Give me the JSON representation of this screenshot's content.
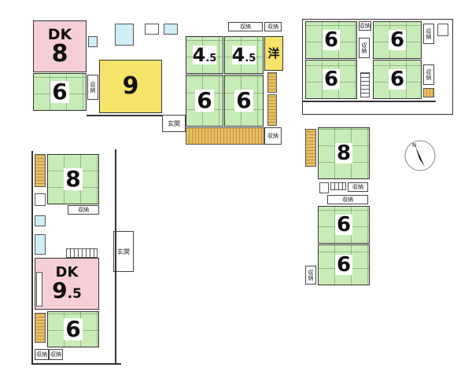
{
  "rooms": {
    "dk8": {
      "top": "DK",
      "num": "8"
    },
    "r6_left_top": "6",
    "r9": "9",
    "r4_5a": {
      "big": "4",
      "small": ".5"
    },
    "r4_5b": {
      "big": "4",
      "small": ".5"
    },
    "yo": "洋",
    "r6_mid_a": "6",
    "r6_mid_b": "6",
    "r8_left": "8",
    "dk9_5": {
      "top": "DK",
      "big": "9",
      "small": ".5"
    },
    "r6_left_bottom": "6",
    "r6_tr_a": "6",
    "r6_tr_b": "6",
    "r6_tr_c": "6",
    "r6_tr_d": "6",
    "r8_right": "8",
    "r6_right_a": "6",
    "r6_right_b": "6"
  },
  "labels": {
    "storage": "収納",
    "entrance": "玄関"
  },
  "compass": {
    "letter": "N"
  },
  "colors": {
    "tatami": "#c8ecb8",
    "yellow": "#f6e36a",
    "pink": "#f6cfd6",
    "wood": "#e7bf62",
    "water": "#cfeef8"
  }
}
